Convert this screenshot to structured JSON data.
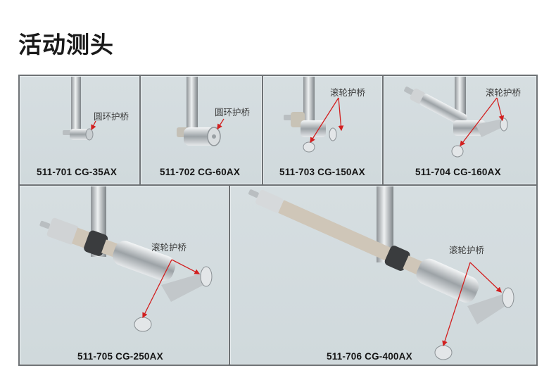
{
  "page": {
    "title": "活动测头"
  },
  "colors": {
    "background": "#ffffff",
    "panel_bg": "#d3dbde",
    "border": "#6e7275",
    "arrow": "#d21f1f",
    "text": "#151515"
  },
  "panels": [
    {
      "part_no": "511-701",
      "model": "CG-35AX",
      "label": "511-701  CG-35AX",
      "callout": "圆环护桥",
      "probe_type": "ring-guard"
    },
    {
      "part_no": "511-702",
      "model": "CG-60AX",
      "label": "511-702  CG-60AX",
      "callout": "圆环护桥",
      "probe_type": "ring-guard"
    },
    {
      "part_no": "511-703",
      "model": "CG-150AX",
      "label": "511-703  CG-150AX",
      "callout": "滚轮护桥",
      "probe_type": "roller-guard"
    },
    {
      "part_no": "511-704",
      "model": "CG-160AX",
      "label": "511-704  CG-160AX",
      "callout": "滚轮护桥",
      "probe_type": "roller-guard"
    },
    {
      "part_no": "511-705",
      "model": "CG-250AX",
      "label": "511-705  CG-250AX",
      "callout": "滚轮护桥",
      "probe_type": "roller-guard"
    },
    {
      "part_no": "511-706",
      "model": "CG-400AX",
      "label": "511-706  CG-400AX",
      "callout": "滚轮护桥",
      "probe_type": "roller-guard"
    }
  ]
}
